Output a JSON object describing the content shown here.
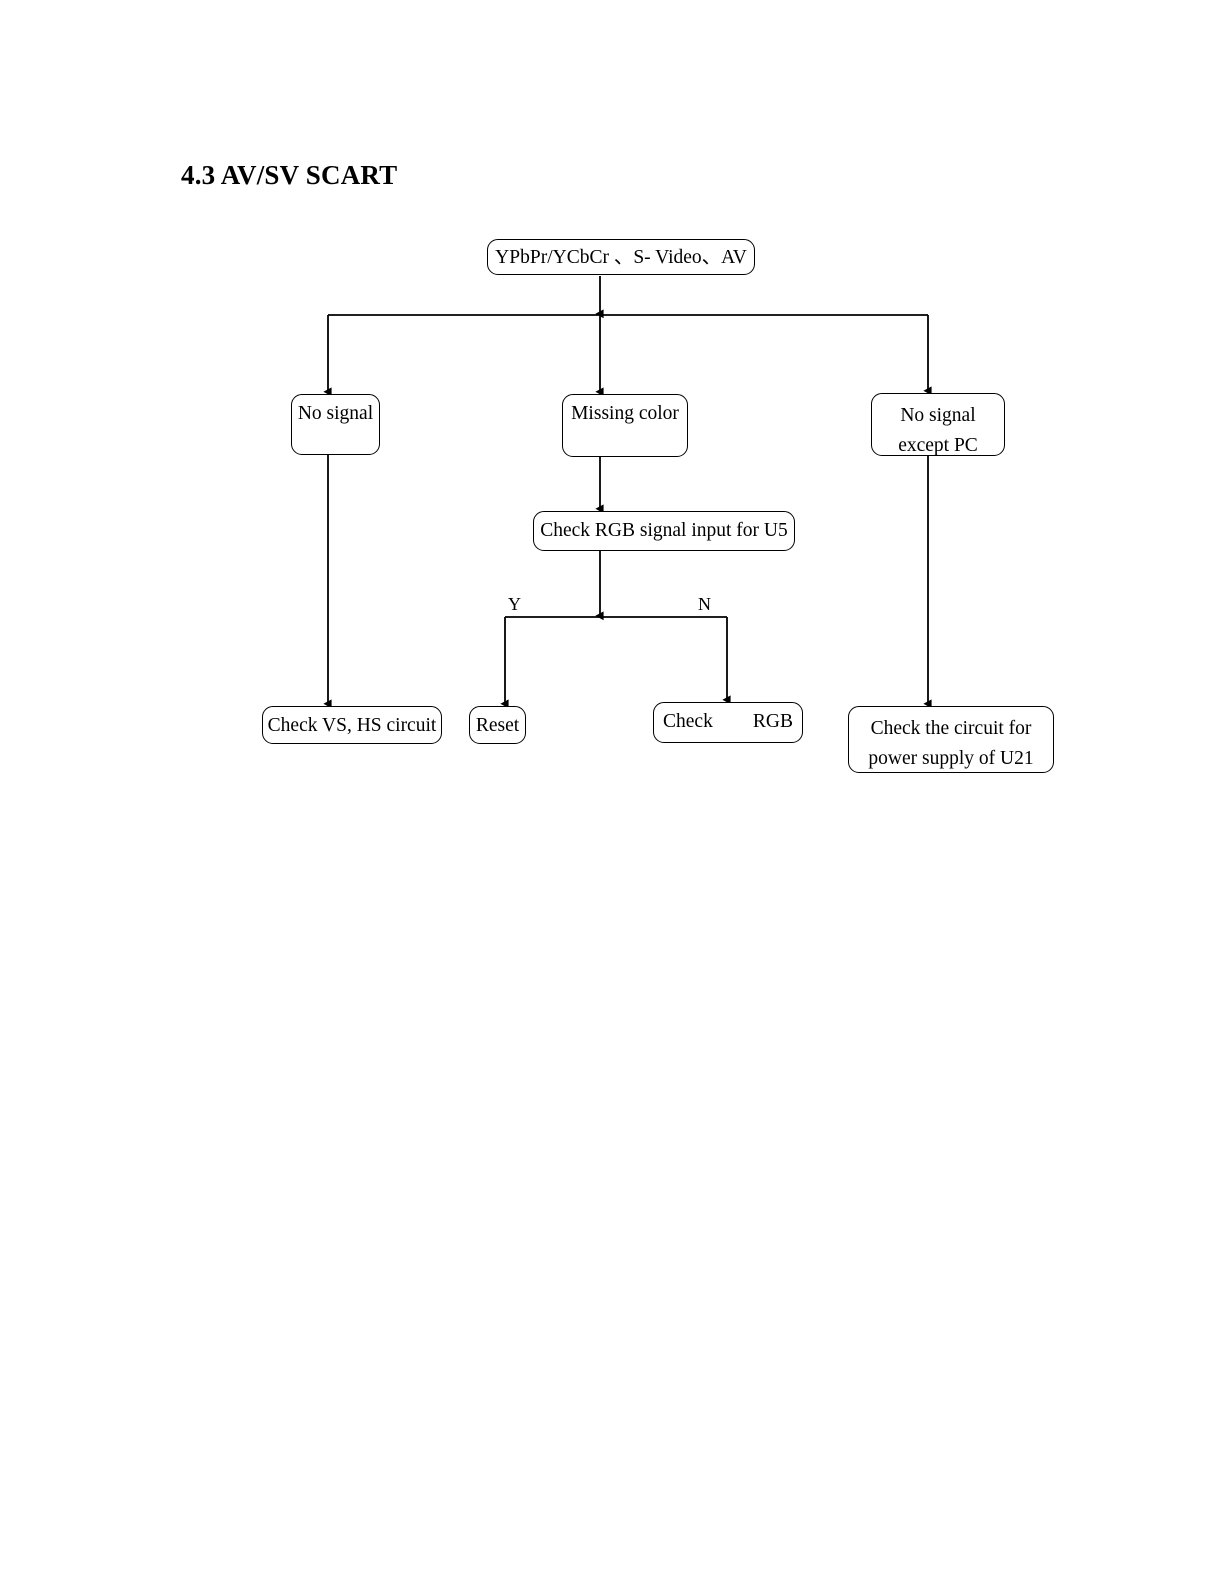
{
  "document": {
    "section_number": "4.3",
    "section_title": "4.3 AV/SV SCART"
  },
  "flowchart": {
    "type": "troubleshooting-decision-tree",
    "nodes": {
      "source": {
        "label": "YPbPr/YCbCr 、S- Video、AV"
      },
      "no_signal": {
        "label": "No signal"
      },
      "missing_color": {
        "label": "Missing color"
      },
      "no_signal_except_pc": {
        "line1": "No signal",
        "line2": "except PC"
      },
      "check_rgb_signal_input": {
        "label": "Check RGB signal input for U5"
      },
      "check_vs_hs": {
        "label": "Check VS, HS circuit"
      },
      "reset": {
        "label": "Reset"
      },
      "check_rgb": {
        "left": "Check",
        "right": "RGB"
      },
      "check_power_u21": {
        "line1": "Check the circuit for",
        "line2": "power supply of U21"
      }
    },
    "edge_labels": {
      "yes": "Y",
      "no": "N"
    },
    "colors": {
      "stroke": "#000000",
      "fill": "#ffffff",
      "text": "#000000"
    }
  }
}
